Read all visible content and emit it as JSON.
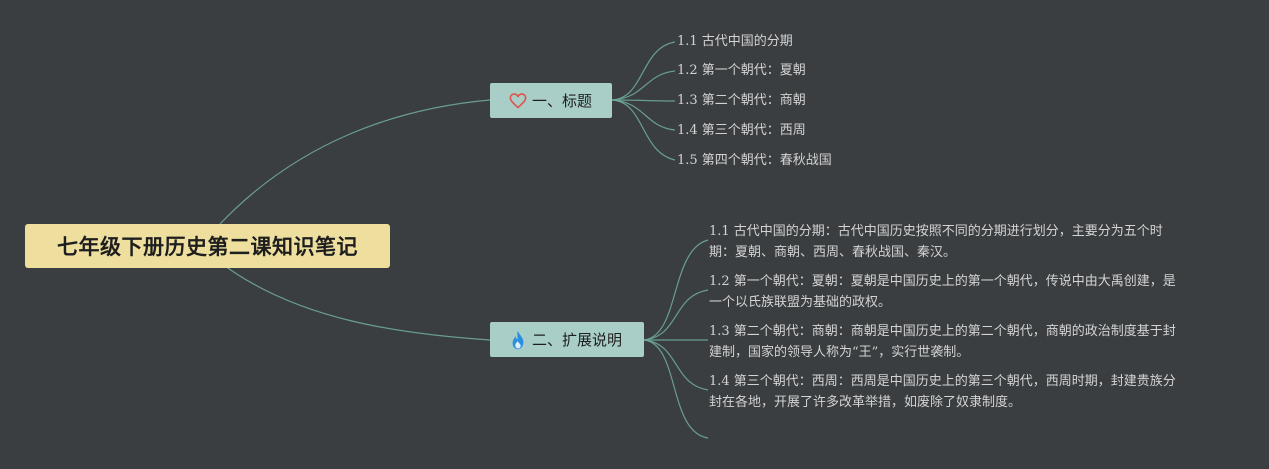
{
  "root": {
    "title": "七年级下册历史第二课知识笔记"
  },
  "topics": [
    {
      "label": "一、标题",
      "icon": "heart-icon",
      "icon_color": "#e0534b",
      "items": [
        "1.1 古代中国的分期",
        "1.2 第一个朝代：夏朝",
        "1.3 第二个朝代：商朝",
        "1.4 第三个朝代：西周",
        "1.5 第四个朝代：春秋战国"
      ]
    },
    {
      "label": "二、扩展说明",
      "icon": "fire-icon",
      "icon_color": "#2b8fe0",
      "items": [
        {
          "line1": "1.1 古代中国的分期：古代中国历史按照不同的分期进行划分，主要分为五个时",
          "line2": "期：夏朝、商朝、西周、春秋战国、秦汉。"
        },
        {
          "line1": "1.2 第一个朝代：夏朝：夏朝是中国历史上的第一个朝代，传说中由大禹创建，是",
          "line2": "一个以氏族联盟为基础的政权。"
        },
        {
          "line1": "1.3 第二个朝代：商朝：商朝是中国历史上的第二个朝代，商朝的政治制度基于封",
          "line2": "建制，国家的领导人称为“王”，实行世袭制。"
        },
        {
          "line1": "1.4 第三个朝代：西周：西周是中国历史上的第三个朝代，西周时期，封建贵族分",
          "line2": "封在各地，开展了许多改革举措，如废除了奴隶制度。"
        }
      ]
    }
  ],
  "colors": {
    "background": "#3a3e40",
    "root_fill": "#eedf9f",
    "topic_fill": "#a8cec7",
    "link_stroke": "#6fa898",
    "leaf_text": "#d3d3d3"
  }
}
